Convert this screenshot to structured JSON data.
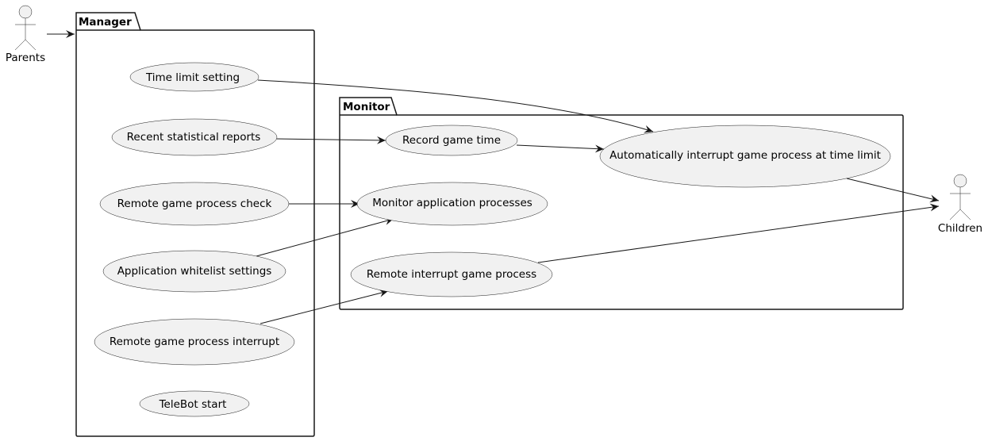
{
  "diagram": {
    "packages": {
      "manager": "Manager",
      "monitor": "Monitor"
    },
    "actors": {
      "parents": "Parents",
      "children": "Children"
    },
    "use_cases": {
      "time_limit_setting": "Time limit setting",
      "recent_statistical_reports": "Recent statistical reports",
      "remote_game_process_check": "Remote game process check",
      "application_whitelist_settings": "Application whitelist settings",
      "remote_game_process_interrupt": "Remote game process interrupt",
      "telebot_start": "TeleBot start",
      "record_game_time": "Record game time",
      "auto_interrupt": "Automatically interrupt game process at time limit",
      "monitor_app_processes": "Monitor application processes",
      "remote_interrupt_game_process": "Remote interrupt game process"
    },
    "relations": [
      {
        "from": "Parents",
        "to": "Manager"
      },
      {
        "from": "Time limit setting",
        "to": "Automatically interrupt game process at time limit"
      },
      {
        "from": "Recent statistical reports",
        "to": "Record game time"
      },
      {
        "from": "Record game time",
        "to": "Automatically interrupt game process at time limit"
      },
      {
        "from": "Remote game process check",
        "to": "Monitor application processes"
      },
      {
        "from": "Application whitelist settings",
        "to": "Monitor application processes"
      },
      {
        "from": "Remote game process interrupt",
        "to": "Remote interrupt game process"
      },
      {
        "from": "Automatically interrupt game process at time limit",
        "to": "Children"
      },
      {
        "from": "Remote interrupt game process",
        "to": "Children"
      }
    ]
  }
}
